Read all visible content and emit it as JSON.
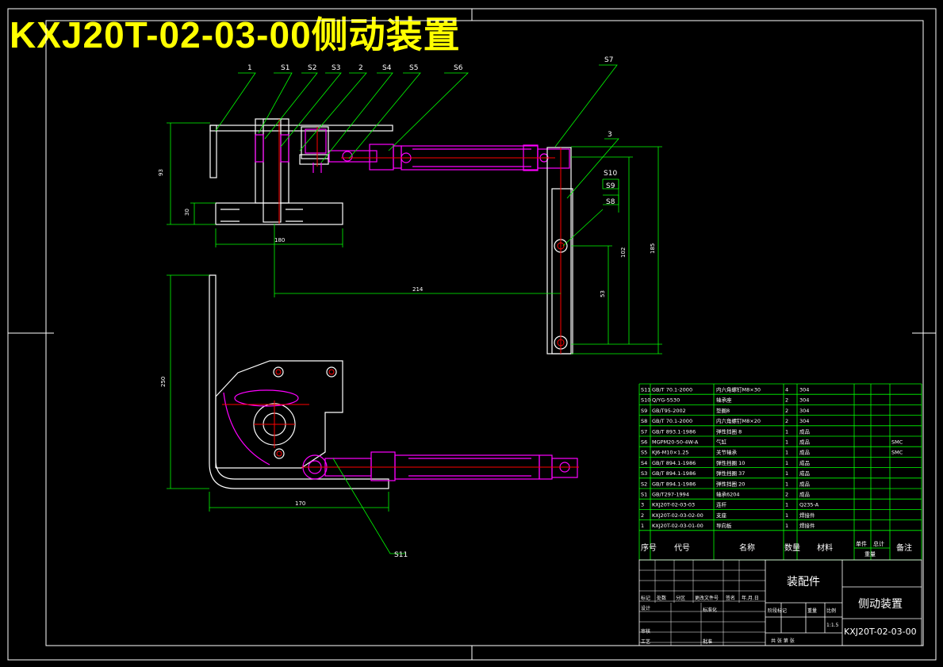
{
  "title": "KXJ20T-02-03-00侧动装置",
  "balloons": [
    "1",
    "S1",
    "S2",
    "S3",
    "2",
    "S4",
    "S5",
    "S6",
    "S7",
    "3",
    "S10",
    "S9",
    "S8",
    "S11"
  ],
  "dimensions": {
    "d_left_height": "93",
    "d_base_height": "30",
    "d_base_width": "180",
    "d_long": "214",
    "d_right_upper": "185",
    "d_right_mid": "102",
    "d_right_lower": "53",
    "d_bottom_height": "250",
    "d_bottom_width": "170"
  },
  "bom": {
    "rows": [
      {
        "no": "S11",
        "code": "GB/T 70.1-2000",
        "name": "内六角螺钉M8×30",
        "qty": "4",
        "material": "304",
        "note": ""
      },
      {
        "no": "S10",
        "code": "Q/YG-5530",
        "name": "轴承座",
        "qty": "2",
        "material": "304",
        "note": ""
      },
      {
        "no": "S9",
        "code": "GB/T95-2002",
        "name": "垫圈8",
        "qty": "2",
        "material": "304",
        "note": ""
      },
      {
        "no": "S8",
        "code": "GB/T 70.1-2000",
        "name": "内六角螺钉M8×20",
        "qty": "2",
        "material": "304",
        "note": ""
      },
      {
        "no": "S7",
        "code": "GB/T 893.1-1986",
        "name": "弹性挡圈 8",
        "qty": "1",
        "material": "成品",
        "note": ""
      },
      {
        "no": "S6",
        "code": "MGPM20-50-4W-A",
        "name": "气缸",
        "qty": "1",
        "material": "成品",
        "note": "SMC"
      },
      {
        "no": "S5",
        "code": "KJ6-M10×1.25",
        "name": "关节轴承",
        "qty": "1",
        "material": "成品",
        "note": "SMC"
      },
      {
        "no": "S4",
        "code": "GB/T 894.1-1986",
        "name": "弹性挡圈 10",
        "qty": "1",
        "material": "成品",
        "note": ""
      },
      {
        "no": "S3",
        "code": "GB/T 894.1-1986",
        "name": "弹性挡圈 37",
        "qty": "1",
        "material": "成品",
        "note": ""
      },
      {
        "no": "S2",
        "code": "GB/T 894.1-1986",
        "name": "弹性挡圈 20",
        "qty": "1",
        "material": "成品",
        "note": ""
      },
      {
        "no": "S1",
        "code": "GB/T297-1994",
        "name": "轴承6204",
        "qty": "2",
        "material": "成品",
        "note": ""
      },
      {
        "no": "3",
        "code": "KXJ20T-02-03-03",
        "name": "连杆",
        "qty": "1",
        "material": "Q235-A",
        "note": ""
      },
      {
        "no": "2",
        "code": "KXJ20T-02-03-02-00",
        "name": "支座",
        "qty": "1",
        "material": "焊接件",
        "note": ""
      },
      {
        "no": "1",
        "code": "KXJ20T-02-03-01-00",
        "name": "导向板",
        "qty": "1",
        "material": "焊接件",
        "note": ""
      }
    ],
    "header": {
      "no": "序号",
      "code": "代号",
      "name": "名称",
      "qty": "数量",
      "material": "材料",
      "unit_weight": "单件",
      "total_weight": "总计",
      "weight": "重量",
      "note": "备注"
    }
  },
  "titleblock": {
    "type_label": "装配件",
    "part_name": "侧动装置",
    "drawing_no": "KXJ20T-02-03-00",
    "scale": "1:1.5",
    "row_mark": "标记",
    "row_count": "处数",
    "row_zone": "分区",
    "row_change": "更改文件号",
    "row_sign": "签名",
    "row_date": "年.月.日",
    "design": "设计",
    "standardize": "标准化",
    "stage": "阶段标记",
    "weight": "重量",
    "ratio": "比例",
    "check": "审核",
    "process": "工艺",
    "approve": "批准",
    "sheets": "共  张  第  张"
  },
  "colors": {
    "outline": "#ffffff",
    "dimension": "#00ff00",
    "part": "#ff00ff",
    "hole": "#ff0000",
    "title": "#ffff00"
  }
}
